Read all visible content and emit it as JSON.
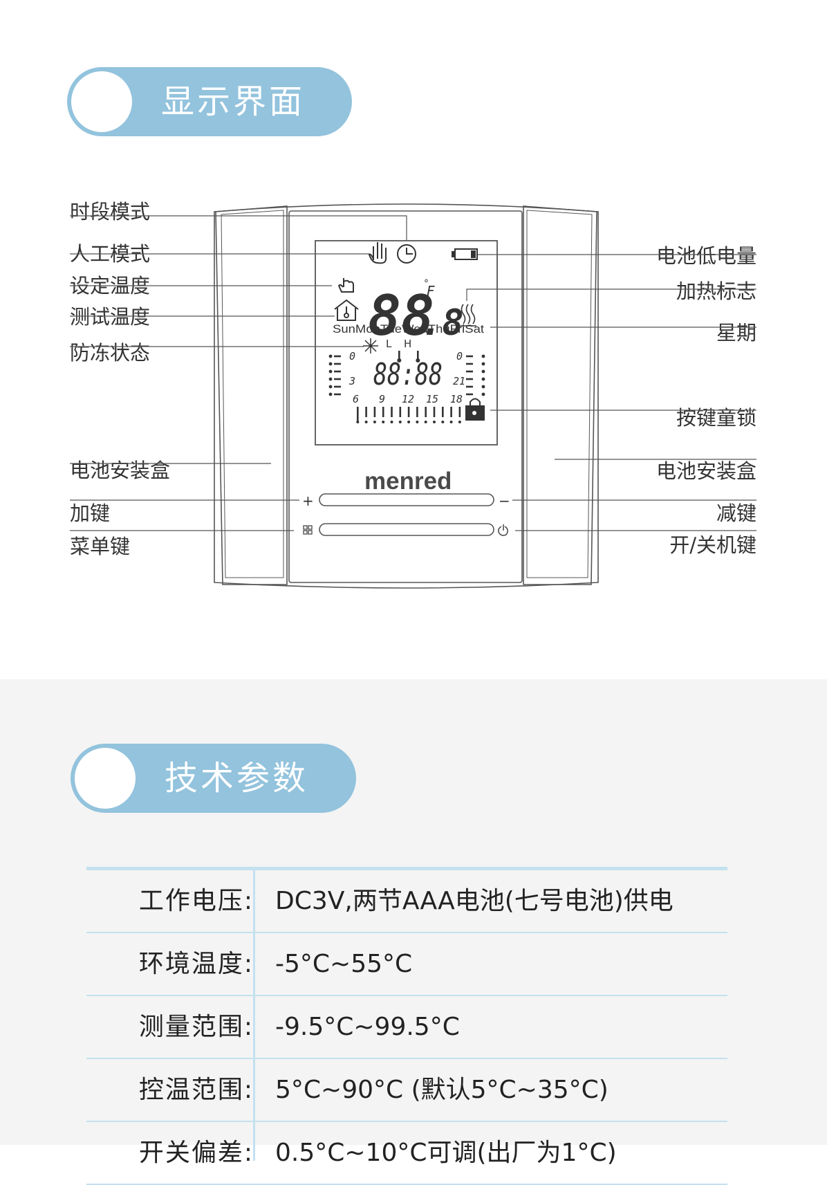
{
  "section1": {
    "title": "显示界面"
  },
  "section2": {
    "title": "技术参数"
  },
  "diagram": {
    "left_labels": [
      "时段模式",
      "人工模式",
      "设定温度",
      "测试温度",
      "防冻状态",
      "电池安装盒",
      "加键",
      "菜单键"
    ],
    "right_labels": [
      "电池低电量",
      "加热标志",
      "星期",
      "按键童锁",
      "电池安装盒",
      "减键",
      "开/关机键"
    ],
    "lcd": {
      "big_digits": "88",
      "big_decimal": ".8",
      "degree": "°",
      "fahrenheit": "F",
      "weekdays": "SunMonTueWedThuFriSat",
      "clock": "88:88",
      "low_marker": "L",
      "high_marker": "H",
      "hours_left": [
        "0",
        "3"
      ],
      "hours_right": [
        "0",
        "21"
      ],
      "hours_bottom": [
        "6",
        "9",
        "12",
        "15",
        "18"
      ]
    },
    "brand": "menred",
    "plus_symbol": "+",
    "minus_symbol": "−"
  },
  "specs": [
    {
      "key": "工作电压:",
      "value": "DC3V,两节AAA电池(七号电池)供电"
    },
    {
      "key": "环境温度:",
      "value": "-5°C~55°C"
    },
    {
      "key": "测量范围:",
      "value": "-9.5°C~99.5°C"
    },
    {
      "key": "控温范围:",
      "value": "5°C~90°C (默认5°C~35°C)"
    },
    {
      "key": "开关偏差:",
      "value": "0.5°C~10°C可调(出厂为1°C)"
    }
  ],
  "colors": {
    "accent": "#93c3dd",
    "table_line": "#c3e1ee",
    "device_line": "#555555"
  },
  "icons": [
    "hand-icon",
    "clock-icon",
    "battery-icon",
    "pointer-hand-icon",
    "house-thermometer-icon",
    "heat-wave-icon",
    "snowflake-icon",
    "lock-icon",
    "menu-icon",
    "power-icon"
  ]
}
